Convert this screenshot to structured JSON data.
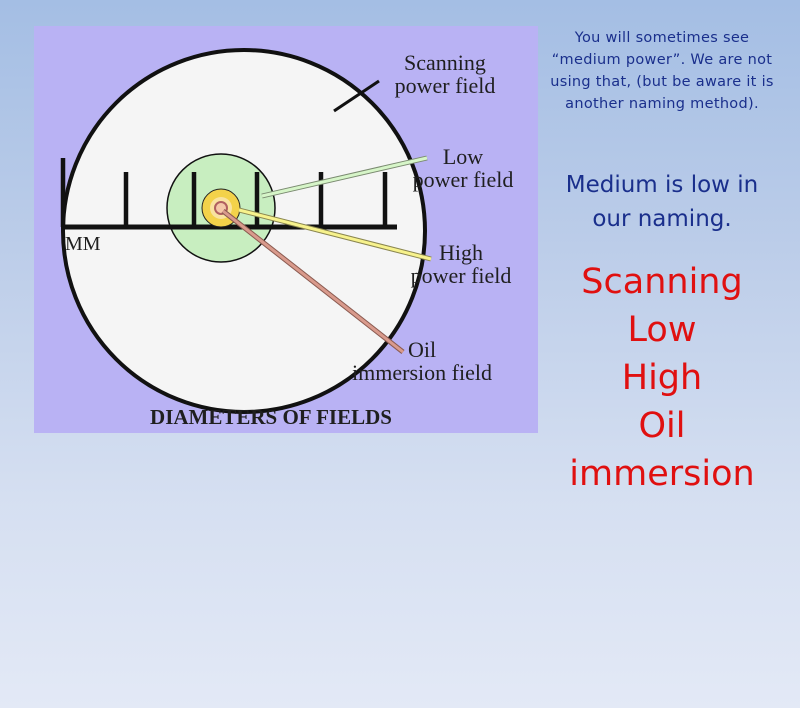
{
  "diagram": {
    "labels": {
      "scanning": [
        "Scanning",
        "power field"
      ],
      "low": [
        "Low",
        "power field"
      ],
      "high": [
        "High",
        "power field"
      ],
      "oil": [
        "Oil",
        "immersion field"
      ]
    },
    "scale_unit": "MM",
    "caption": "DIAMETERS OF FIELDS",
    "colors": {
      "background": "#b9b2f4",
      "scanning_field": "#f5f5f5",
      "low_field": "#c8eec0",
      "high_field": "#f3d24a",
      "oil_field": "#f4c8a8",
      "low_pointer": "#d6f5c8",
      "high_pointer": "#f7f28c",
      "oil_pointer": "#d99a8c"
    }
  },
  "notes": {
    "medium_power_note": "You will sometimes see “medium power”.  We are not using that, (but be aware it is another naming method).",
    "medium_is_low": "Medium is low in our naming."
  },
  "order": {
    "items": [
      "Scanning",
      "Low",
      "High",
      "Oil",
      "immersion"
    ],
    "color": "#e01010"
  }
}
